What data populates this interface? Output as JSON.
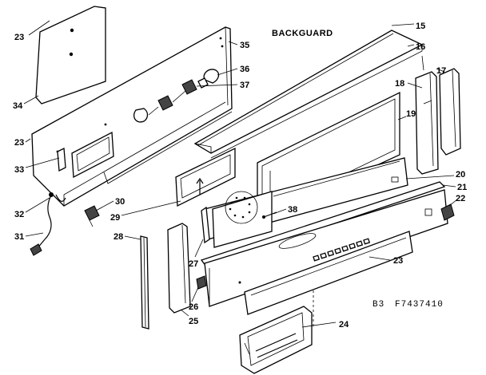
{
  "title": "BACKGUARD",
  "code_left": "B3",
  "code_right": "F7437410",
  "callouts": [
    {
      "id": "c23a",
      "text": "23"
    },
    {
      "id": "c35",
      "text": "35"
    },
    {
      "id": "c36",
      "text": "36"
    },
    {
      "id": "c37",
      "text": "37"
    },
    {
      "id": "c34",
      "text": "34"
    },
    {
      "id": "c23b",
      "text": "23"
    },
    {
      "id": "c33",
      "text": "33"
    },
    {
      "id": "c32",
      "text": "32"
    },
    {
      "id": "c31",
      "text": "31"
    },
    {
      "id": "c30",
      "text": "30"
    },
    {
      "id": "c29",
      "text": "29"
    },
    {
      "id": "c28",
      "text": "28"
    },
    {
      "id": "c27",
      "text": "27"
    },
    {
      "id": "c26",
      "text": "26"
    },
    {
      "id": "c25",
      "text": "25"
    },
    {
      "id": "c38",
      "text": "38"
    },
    {
      "id": "c15",
      "text": "15"
    },
    {
      "id": "c16",
      "text": "16"
    },
    {
      "id": "c17",
      "text": "17"
    },
    {
      "id": "c18",
      "text": "18"
    },
    {
      "id": "c19",
      "text": "19"
    },
    {
      "id": "c20",
      "text": "20"
    },
    {
      "id": "c21",
      "text": "21"
    },
    {
      "id": "c22",
      "text": "22"
    },
    {
      "id": "c23c",
      "text": "23"
    },
    {
      "id": "c24",
      "text": "24"
    }
  ]
}
